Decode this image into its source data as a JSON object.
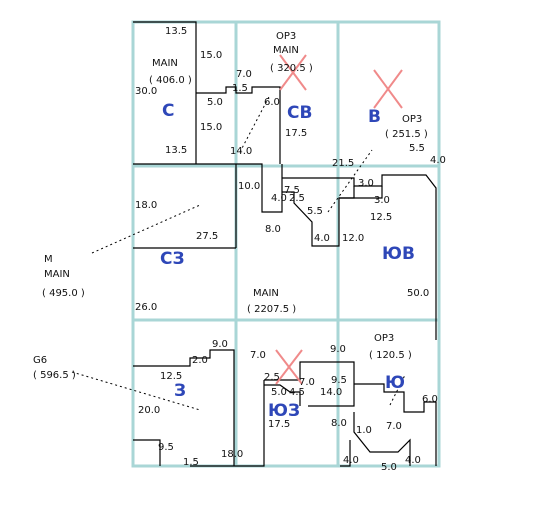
{
  "zones": {
    "c": "С",
    "cb": "СВ",
    "b": "В",
    "c3": "СЗ",
    "iob": "ЮВ",
    "z": "З",
    "io3": "ЮЗ",
    "io": "Ю"
  },
  "labels": {
    "nw_main": "MAIN",
    "nw_main_area": "( 406.0 )",
    "n_op3": "OP3",
    "n_main": "MAIN",
    "n_area": "( 320.5 )",
    "e_op3": "OP3",
    "e_area": "( 251.5 )",
    "m_label": "M",
    "m_main": "MAIN",
    "m_area": "( 495.0 )",
    "c_main": "MAIN",
    "c_area": "( 2207.5 )",
    "g6": "G6",
    "g6_area": "( 596.5 )",
    "s_op3": "OP3",
    "s_area": "( 120.5 )"
  },
  "dims": [
    "13.5",
    "15.0",
    "30.0",
    "5.0",
    "15.0",
    "13.5",
    "7.0",
    "1.5",
    "6.0",
    "17.5",
    "14.0",
    "21.5",
    "5.5",
    "4.0",
    "3.0",
    "3.0",
    "12.5",
    "12.0",
    "4.0",
    "10.0",
    "7.5",
    "4.0",
    "2.5",
    "5.5",
    "8.0",
    "18.0",
    "27.5",
    "26.0",
    "50.0",
    "9.0",
    "2.0",
    "7.0",
    "12.5",
    "20.0",
    "9.5",
    "1.5",
    "18.0",
    "2.5",
    "5.0",
    "4.5",
    "7.0",
    "9.5",
    "9.0",
    "14.0",
    "17.5",
    "8.0",
    "1.0",
    "7.0",
    "6.0",
    "4.0",
    "5.0",
    "4.0"
  ],
  "colors": {
    "grid": "#a9d6d6",
    "walls": "#000000",
    "zone_text": "#2e47b8",
    "cross": "#f08a8a"
  }
}
